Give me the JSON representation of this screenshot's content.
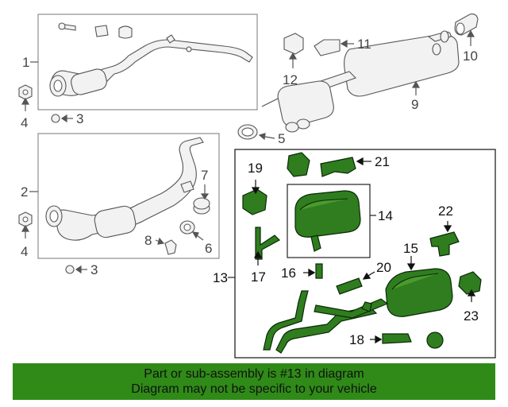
{
  "callouts": {
    "c1": "1",
    "c2": "2",
    "c3a": "3",
    "c3b": "3",
    "c4a": "4",
    "c4b": "4",
    "c5": "5",
    "c6": "6",
    "c7": "7",
    "c8": "8",
    "c9": "9",
    "c10": "10",
    "c11": "11",
    "c12": "12",
    "c13": "13",
    "c14": "14",
    "c15": "15",
    "c16": "16",
    "c17": "17",
    "c18": "18",
    "c19": "19",
    "c20": "20",
    "c21": "21",
    "c22": "22",
    "c23": "23"
  },
  "footer": {
    "line1": "Part or sub-assembly is #13 in diagram",
    "line2": "Diagram may not be specific to your vehicle"
  },
  "colors": {
    "highlight": "#2f8a17",
    "part_green": "#2f7d1f",
    "outline": "#555555"
  }
}
